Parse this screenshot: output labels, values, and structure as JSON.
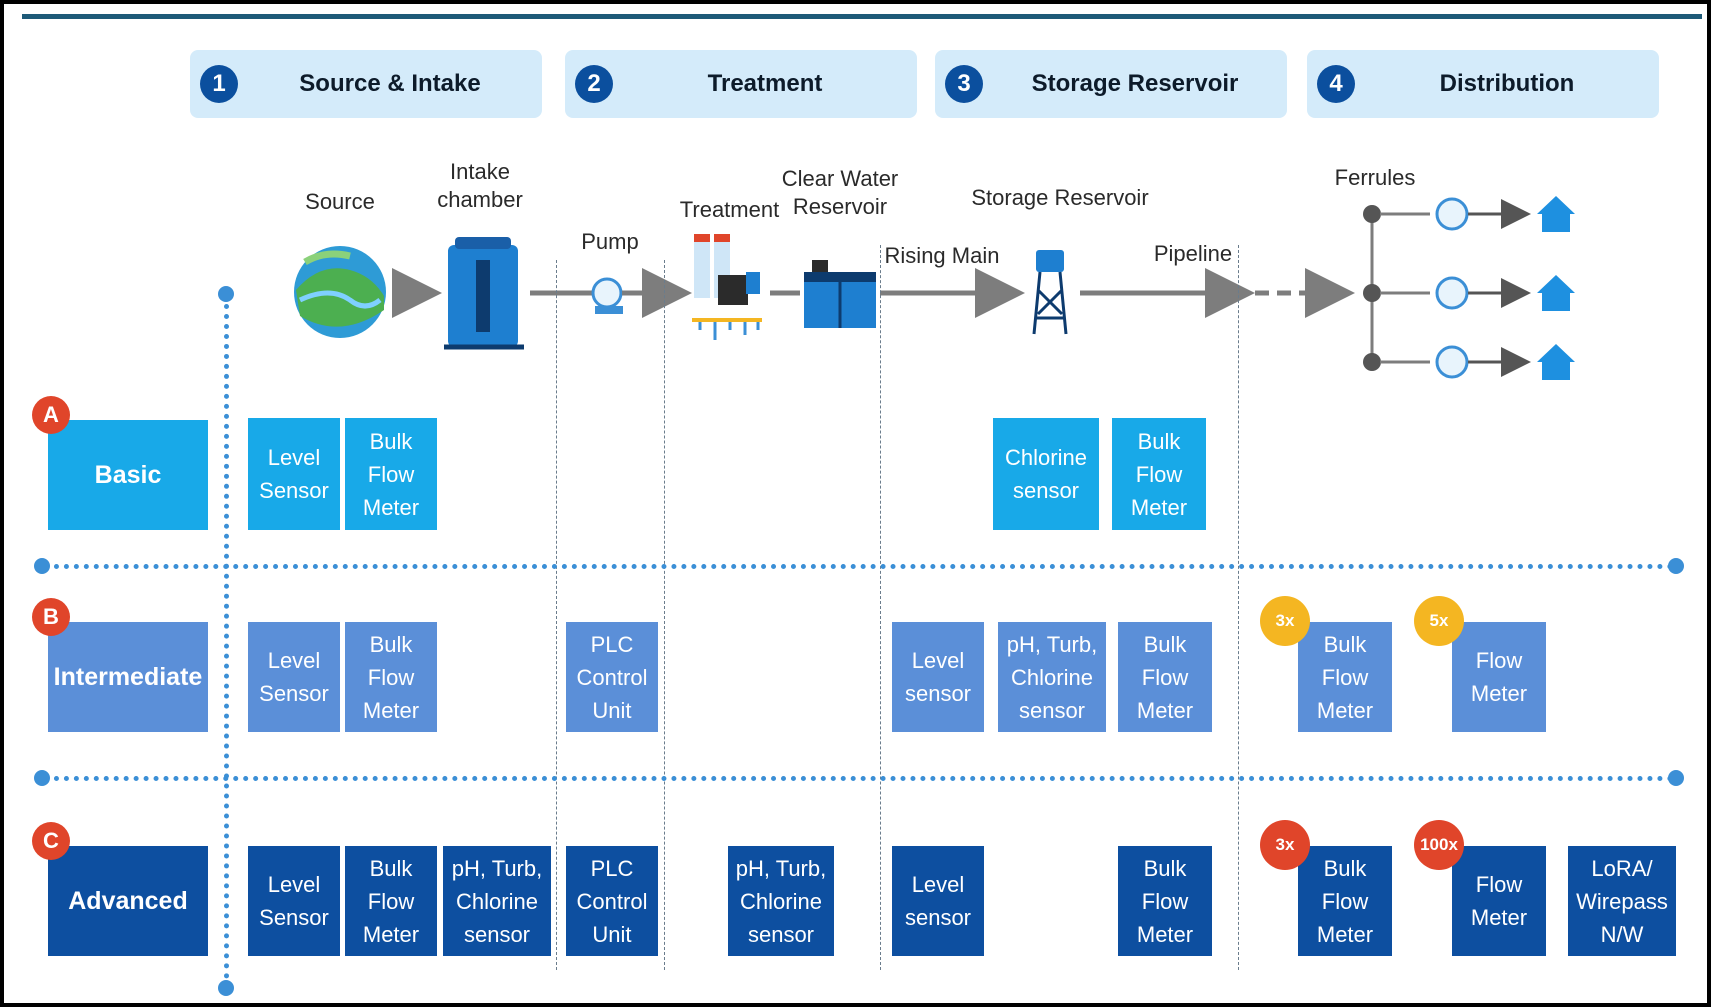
{
  "stages": [
    {
      "num": "1",
      "title": "Source & Intake"
    },
    {
      "num": "2",
      "title": "Treatment"
    },
    {
      "num": "3",
      "title": "Storage Reservoir"
    },
    {
      "num": "4",
      "title": "Distribution"
    }
  ],
  "components": {
    "source": "Source",
    "intake": "Intake\nchamber",
    "pump": "Pump",
    "treatment": "Treatment",
    "clear_water": "Clear Water\nReservoir",
    "rising_main": "Rising Main",
    "storage": "Storage Reservoir",
    "pipeline": "Pipeline",
    "ferrules": "Ferrules"
  },
  "tiers": [
    {
      "letter": "A",
      "name": "Basic"
    },
    {
      "letter": "B",
      "name": "Intermediate"
    },
    {
      "letter": "C",
      "name": "Advanced"
    }
  ],
  "basic": {
    "level": "Level\nSensor",
    "bulk1": "Bulk\nFlow\nMeter",
    "chlorine": "Chlorine\nsensor",
    "bulk2": "Bulk\nFlow\nMeter"
  },
  "intermediate": {
    "level": "Level\nSensor",
    "bulk1": "Bulk\nFlow\nMeter",
    "plc": "PLC\nControl\nUnit",
    "level2": "Level\nsensor",
    "ph": "pH, Turb,\nChlorine\nsensor",
    "bulk2": "Bulk\nFlow\nMeter",
    "mult_bulk": "3x",
    "bulk3": "Bulk\nFlow\nMeter",
    "mult_flow": "5x",
    "flow": "Flow\nMeter"
  },
  "advanced": {
    "level": "Level\nSensor",
    "bulk1": "Bulk\nFlow\nMeter",
    "ph1": "pH, Turb,\nChlorine\nsensor",
    "plc": "PLC\nControl\nUnit",
    "ph2": "pH, Turb,\nChlorine\nsensor",
    "level2": "Level\nsensor",
    "bulk2": "Bulk\nFlow\nMeter",
    "mult_bulk": "3x",
    "bulk3": "Bulk\nFlow\nMeter",
    "mult_flow": "100x",
    "flow": "Flow\nMeter",
    "lora": "LoRA/\nWirepass\nN/W"
  },
  "colors": {
    "basic": "#18a9e8",
    "intermediate": "#5b8fd8",
    "advanced": "#0d4fa0",
    "multiplier_yellow": "#f4b622",
    "multiplier_red": "#e0452a",
    "stage_header": "#d4ebfa"
  }
}
